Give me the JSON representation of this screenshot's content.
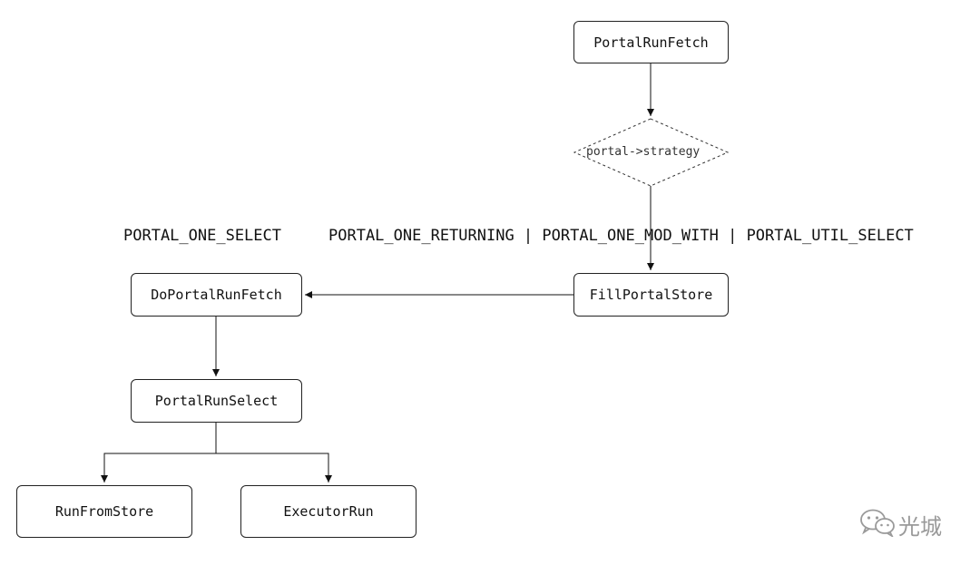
{
  "nodes": {
    "portal_run_fetch": "PortalRunFetch",
    "strategy": "portal->strategy",
    "fill_portal_store": "FillPortalStore",
    "do_portal_run_fetch": "DoPortalRunFetch",
    "portal_run_select": "PortalRunSelect",
    "run_from_store": "RunFromStore",
    "executor_run": "ExecutorRun"
  },
  "edge_labels": {
    "one_select": "PORTAL_ONE_SELECT",
    "others": "PORTAL_ONE_RETURNING | PORTAL_ONE_MOD_WITH | PORTAL_UTIL_SELECT"
  },
  "watermark": {
    "icon": "wechat-icon",
    "text": "光城"
  }
}
